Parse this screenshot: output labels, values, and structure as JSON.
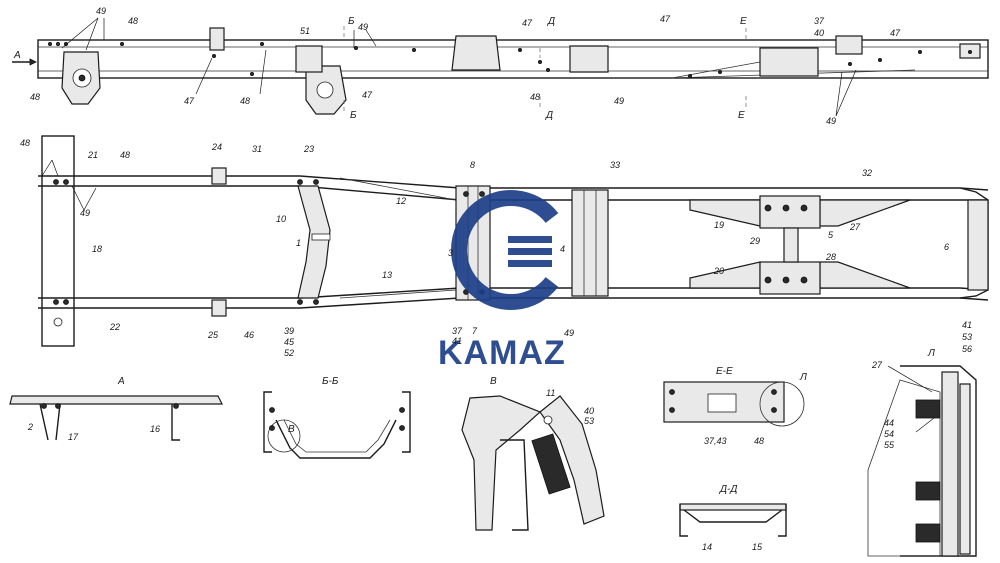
{
  "logo": {
    "text": "KAMAZ",
    "color": "#1d3f88"
  },
  "section_marks": {
    "A": "А",
    "B": "Б",
    "D": "Д",
    "E": "Е",
    "view_A": "А",
    "view_BB": "Б-Б",
    "view_V": "В",
    "view_EE": "Е-Е",
    "view_DD": "Д-Д",
    "view_L": "Л",
    "callout_L": "Л",
    "callout_V": "В"
  },
  "labels": {
    "n1": "1",
    "n2": "2",
    "n3": "3",
    "n4": "4",
    "n5": "5",
    "n6": "6",
    "n7": "7",
    "n8": "8",
    "n10": "10",
    "n11": "11",
    "n12": "12",
    "n13": "13",
    "n14": "14",
    "n15": "15",
    "n16": "16",
    "n17": "17",
    "n18": "18",
    "n19": "19",
    "n20": "20",
    "n21": "21",
    "n22": "22",
    "n23": "23",
    "n24": "24",
    "n25": "25",
    "n27a": "27",
    "n27b": "27",
    "n28": "28",
    "n29": "29",
    "n31": "31",
    "n32": "32",
    "n33": "33",
    "n37": "37",
    "n37_41": "37\n41",
    "n37_43": "37,43",
    "n37_40": "37\n40",
    "n39": "39\n45\n52",
    "n40_53": "40\n53",
    "n41": "41\n53\n56",
    "n44": "44\n54\n55",
    "n46": "46",
    "n47": "47",
    "n48": "48",
    "n49": "49",
    "n51": "51"
  }
}
